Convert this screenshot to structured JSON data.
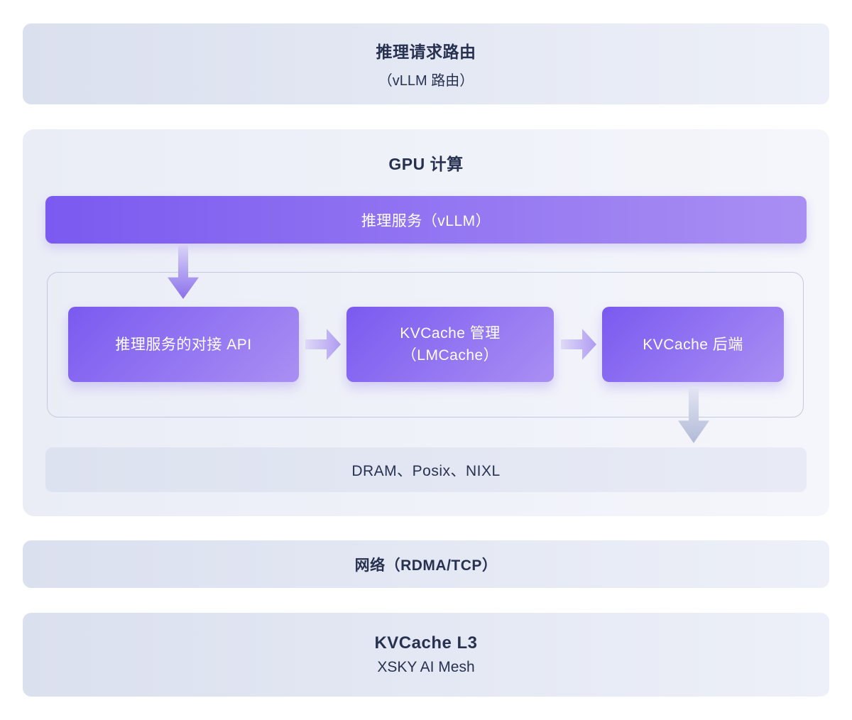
{
  "colors": {
    "accent_purple_start": "#7a5af0",
    "accent_purple_end": "#a98ff3",
    "panel_start": "#dbe0ef",
    "panel_end": "#edf0f8",
    "gpu_bg_start": "#eaedf6",
    "gpu_bg_end": "#f4f6fb",
    "inner_border": "#c3cadf",
    "dram_start": "#dde2f0",
    "dram_end": "#e8ebf5",
    "text_dark": "#273150",
    "arrow_purple_start": "#d9d4f6",
    "arrow_purple_end": "#8b70ec",
    "arrow_right_start": "#ded9f7",
    "arrow_right_end": "#b09cf2",
    "arrow_gray_start": "#e3e6f2",
    "arrow_gray_end": "#b2bad7"
  },
  "diagram": {
    "router_box": {
      "title": "推理请求路由",
      "subtitle": "（vLLM 路由）"
    },
    "gpu_section": {
      "title": "GPU 计算",
      "inference_service_bar": "推理服务（vLLM）",
      "pipeline": [
        {
          "label": "推理服务的对接 API"
        },
        {
          "line1": "KVCache 管理",
          "line2": "（LMCache）"
        },
        {
          "label": "KVCache 后端"
        }
      ],
      "storage_bar": "DRAM、Posix、NIXL"
    },
    "network_bar": {
      "label": "网络（RDMA/TCP）"
    },
    "kvcache_l3_box": {
      "title": "KVCache L3",
      "subtitle": "XSKY AI Mesh"
    }
  }
}
